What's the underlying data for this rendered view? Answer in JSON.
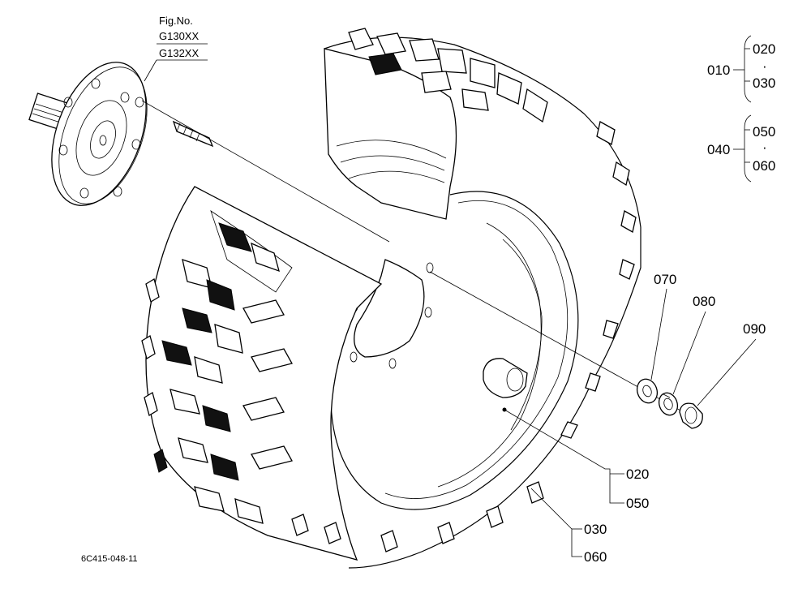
{
  "figure": {
    "fig_no_label": "Fig.No.",
    "models": [
      "G130XX",
      "G132XX"
    ],
    "drawing_code": "6C415-048-11"
  },
  "callouts": {
    "c010": "010",
    "c010_a": "020",
    "c010_dot": "·",
    "c010_b": "030",
    "c040": "040",
    "c040_a": "050",
    "c040_dot": "·",
    "c040_b": "060",
    "c070": "070",
    "c080": "080",
    "c090": "090",
    "c020": "020",
    "c050": "050",
    "c030": "030",
    "c060": "060"
  }
}
